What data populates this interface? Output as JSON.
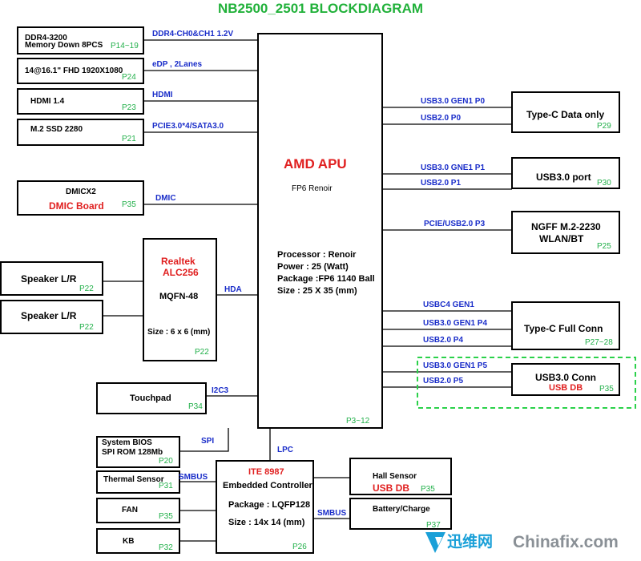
{
  "title": "NB2500_2501 BLOCKDIAGRAM",
  "apu": {
    "name": "AMD APU",
    "subtitle": "FP6 Renoir",
    "processor": "Processor : Renoir",
    "power": "Power : 25  (Watt)",
    "package": "Package :FP6 1140 Ball",
    "size": "Size : 25 X 35 (mm)",
    "page": "P3~12"
  },
  "left_blocks": {
    "ddr4": {
      "line1": "DDR4-3200",
      "line2": "Memory Down 8PCS",
      "page": "P14~19",
      "bus": "DDR4-CH0&CH1 1.2V"
    },
    "display": {
      "label": "14@16.1\" FHD 1920X1080",
      "page": "P24",
      "bus": "eDP , 2Lanes"
    },
    "hdmi": {
      "label": "HDMI 1.4",
      "page": "P23",
      "bus": "HDMI"
    },
    "ssd": {
      "label": "M.2 SSD 2280",
      "page": "P21",
      "bus": "PCIE3.0*4/SATA3.0"
    },
    "dmic": {
      "label": "DMICX2",
      "red": "DMIC Board",
      "page": "P35",
      "bus": "DMIC"
    },
    "codec": {
      "red1": "Realtek",
      "red2": "ALC256",
      "package": "MQFN-48",
      "size": "Size : 6 x 6 (mm)",
      "page": "P22",
      "bus": "HDA"
    },
    "speaker1": {
      "label": "Speaker L/R",
      "page": "P22"
    },
    "speaker2": {
      "label": "Speaker L/R",
      "page": "P22"
    },
    "touchpad": {
      "label": "Touchpad",
      "page": "P34",
      "bus": "I2C3"
    }
  },
  "right_blocks": {
    "typec_data": {
      "label": "Type-C Data only",
      "page": "P29",
      "bus1": "USB3.0 GEN1  P0",
      "bus2": "USB2.0 P0"
    },
    "usb3_port": {
      "label": "USB3.0  port",
      "page": "P30",
      "bus1": "USB3.0 GNE1 P1",
      "bus2": "USB2.0 P1"
    },
    "ngff": {
      "line1": "NGFF M.2-2230",
      "line2": "WLAN/BT",
      "page": "P25",
      "bus": "PCIE/USB2.0 P3"
    },
    "typec_full": {
      "label": "Type-C Full  Conn",
      "page": "P27~28",
      "bus1": "USBC4 GEN1",
      "bus2": "USB3.0 GEN1 P4",
      "bus3": "USB2.0 P4"
    },
    "usb3_conn": {
      "label": "USB3.0  Conn",
      "red": "USB  DB",
      "page": "P35",
      "bus1": "USB3.0 GEN1 P5",
      "bus2": "USB2.0 P5"
    }
  },
  "ec": {
    "red": "ITE 8987",
    "line1": "Embedded Controller",
    "package": "Package : LQFP128",
    "size": "Size : 14x 14 (mm)",
    "page": "P26",
    "bus_lpc": "LPC",
    "bus_spi": "SPI",
    "bus_smbus1": "SMBUS",
    "bus_smbus2": "SMBUS"
  },
  "ec_left": {
    "bios": {
      "line1": "System BIOS",
      "line2": "SPI ROM 128Mb",
      "page": "P20"
    },
    "thermal": {
      "label": "Thermal Sensor",
      "page": "P31"
    },
    "fan": {
      "label": "FAN",
      "page": "P35"
    },
    "kb": {
      "label": "KB",
      "page": "P32"
    }
  },
  "ec_right": {
    "hall": {
      "label": "Hall Sensor",
      "red": "USB DB",
      "page": "P35"
    },
    "battery": {
      "label": "Battery/Charge",
      "page": "P37"
    }
  },
  "watermark": {
    "cn": "迅维网",
    "en": "Chinafix.com"
  },
  "colors": {
    "title": "#21b13a",
    "page_ref": "#22b04a",
    "bus": "#1a2dc9",
    "emphasis": "#e02020",
    "dashed": "#2bd14a"
  }
}
